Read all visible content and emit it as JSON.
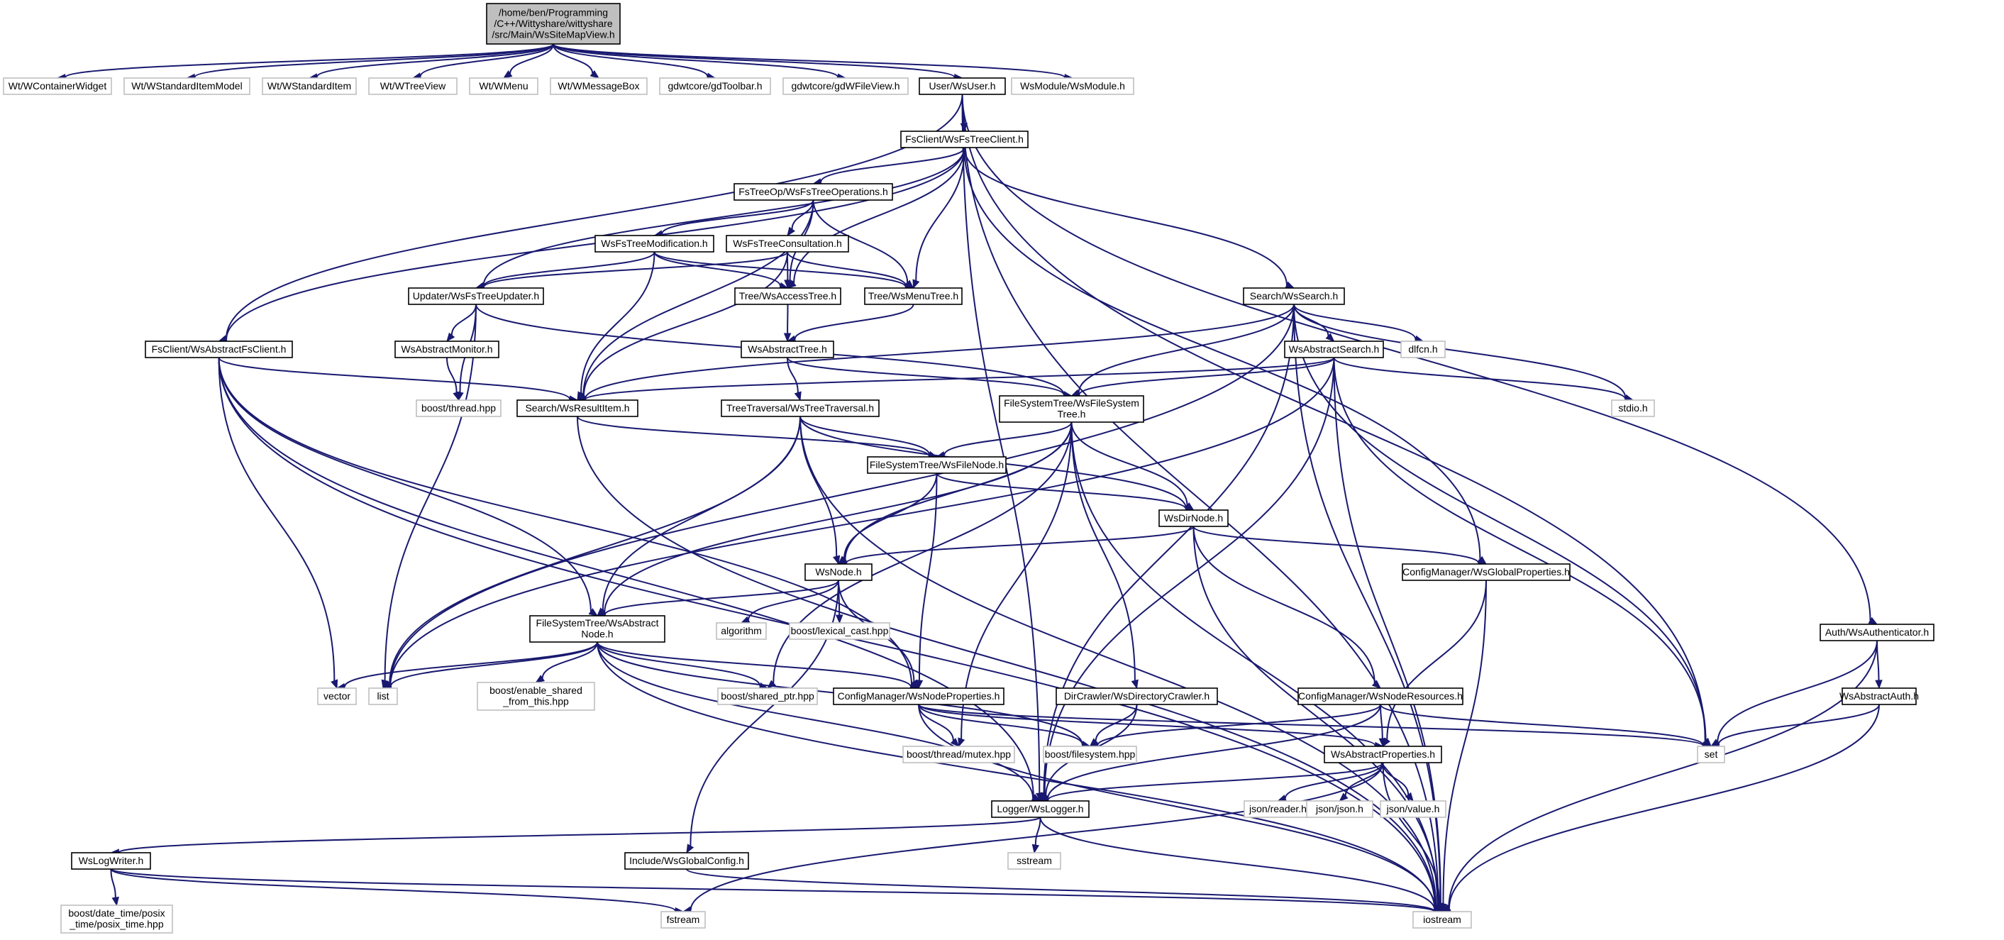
{
  "title": "",
  "colors": {
    "edge": "#191970",
    "root_fill": "#bfbfbf",
    "node_border": "#000000",
    "external_border": "#bfbfbf",
    "text": "#000000",
    "external_text": "#606060"
  },
  "nodes": [
    {
      "id": "root",
      "lines": [
        "/home/ben/Programming",
        "/C++/Wittyshare/wittyshare",
        "/src/Main/WsSiteMapView.h"
      ],
      "kind": "root"
    },
    {
      "id": "wcontainerwidget",
      "lines": [
        "Wt/WContainerWidget"
      ],
      "kind": "external"
    },
    {
      "id": "wstandarditemmodel",
      "lines": [
        "Wt/WStandardItemModel"
      ],
      "kind": "external"
    },
    {
      "id": "wstandarditem",
      "lines": [
        "Wt/WStandardItem"
      ],
      "kind": "external"
    },
    {
      "id": "wtreeview",
      "lines": [
        "Wt/WTreeView"
      ],
      "kind": "external"
    },
    {
      "id": "wmenu",
      "lines": [
        "Wt/WMenu"
      ],
      "kind": "external"
    },
    {
      "id": "wmessagebox",
      "lines": [
        "Wt/WMessageBox"
      ],
      "kind": "external"
    },
    {
      "id": "gdtoolbar",
      "lines": [
        "gdwtcore/gdToolbar.h"
      ],
      "kind": "external"
    },
    {
      "id": "gdwfileview",
      "lines": [
        "gdwtcore/gdWFileView.h"
      ],
      "kind": "external"
    },
    {
      "id": "wsuser",
      "lines": [
        "User/WsUser.h"
      ],
      "kind": "file"
    },
    {
      "id": "wsmodule",
      "lines": [
        "WsModule/WsModule.h"
      ],
      "kind": "external"
    },
    {
      "id": "wsfstreeclient",
      "lines": [
        "FsClient/WsFsTreeClient.h"
      ],
      "kind": "file"
    },
    {
      "id": "wsfstreeoperations",
      "lines": [
        "FsTreeOp/WsFsTreeOperations.h"
      ],
      "kind": "file"
    },
    {
      "id": "wsfstreemodification",
      "lines": [
        "WsFsTreeModification.h"
      ],
      "kind": "file"
    },
    {
      "id": "wsfstreeconsultation",
      "lines": [
        "WsFsTreeConsultation.h"
      ],
      "kind": "file"
    },
    {
      "id": "wsfstreeupdater",
      "lines": [
        "Updater/WsFsTreeUpdater.h"
      ],
      "kind": "file"
    },
    {
      "id": "wsaccesstree",
      "lines": [
        "Tree/WsAccessTree.h"
      ],
      "kind": "file"
    },
    {
      "id": "wsmenutree",
      "lines": [
        "Tree/WsMenuTree.h"
      ],
      "kind": "file"
    },
    {
      "id": "wssearch",
      "lines": [
        "Search/WsSearch.h"
      ],
      "kind": "file"
    },
    {
      "id": "wsabstractfsclient",
      "lines": [
        "FsClient/WsAbstractFsClient.h"
      ],
      "kind": "file"
    },
    {
      "id": "wsabstractmonitor",
      "lines": [
        "WsAbstractMonitor.h"
      ],
      "kind": "file"
    },
    {
      "id": "wsabstracttree",
      "lines": [
        "WsAbstractTree.h"
      ],
      "kind": "file"
    },
    {
      "id": "wsabstractsearch",
      "lines": [
        "WsAbstractSearch.h"
      ],
      "kind": "file"
    },
    {
      "id": "dlfcn",
      "lines": [
        "dlfcn.h"
      ],
      "kind": "external"
    },
    {
      "id": "boostthread",
      "lines": [
        "boost/thread.hpp"
      ],
      "kind": "external"
    },
    {
      "id": "wsresultitem",
      "lines": [
        "Search/WsResultItem.h"
      ],
      "kind": "file"
    },
    {
      "id": "wstreetraversal",
      "lines": [
        "TreeTraversal/WsTreeTraversal.h"
      ],
      "kind": "file"
    },
    {
      "id": "wsfilesystemtree",
      "lines": [
        "FileSystemTree/WsFileSystem",
        "Tree.h"
      ],
      "kind": "file"
    },
    {
      "id": "stdio",
      "lines": [
        "stdio.h"
      ],
      "kind": "external"
    },
    {
      "id": "wsfilenode",
      "lines": [
        "FileSystemTree/WsFileNode.h"
      ],
      "kind": "file"
    },
    {
      "id": "wsdirnode",
      "lines": [
        "WsDirNode.h"
      ],
      "kind": "file"
    },
    {
      "id": "wsnode",
      "lines": [
        "WsNode.h"
      ],
      "kind": "file"
    },
    {
      "id": "wsglobalproperties",
      "lines": [
        "ConfigManager/WsGlobalProperties.h"
      ],
      "kind": "file"
    },
    {
      "id": "wsabstractnode",
      "lines": [
        "FileSystemTree/WsAbstract",
        "Node.h"
      ],
      "kind": "file"
    },
    {
      "id": "algorithm",
      "lines": [
        "algorithm"
      ],
      "kind": "external"
    },
    {
      "id": "lexicalcast",
      "lines": [
        "boost/lexical_cast.hpp"
      ],
      "kind": "external"
    },
    {
      "id": "wsauthenticator",
      "lines": [
        "Auth/WsAuthenticator.h"
      ],
      "kind": "file"
    },
    {
      "id": "vector",
      "lines": [
        "vector"
      ],
      "kind": "external"
    },
    {
      "id": "list",
      "lines": [
        "list"
      ],
      "kind": "external"
    },
    {
      "id": "enableshared",
      "lines": [
        "boost/enable_shared",
        "_from_this.hpp"
      ],
      "kind": "external"
    },
    {
      "id": "sharedptr",
      "lines": [
        "boost/shared_ptr.hpp"
      ],
      "kind": "external"
    },
    {
      "id": "wsnodeproperties",
      "lines": [
        "ConfigManager/WsNodeProperties.h"
      ],
      "kind": "file"
    },
    {
      "id": "wsdirectorycrawler",
      "lines": [
        "DirCrawler/WsDirectoryCrawler.h"
      ],
      "kind": "file"
    },
    {
      "id": "wsnoderesources",
      "lines": [
        "ConfigManager/WsNodeResources.h"
      ],
      "kind": "file"
    },
    {
      "id": "wsabstractauth",
      "lines": [
        "WsAbstractAuth.h"
      ],
      "kind": "file"
    },
    {
      "id": "threadmutex",
      "lines": [
        "boost/thread/mutex.hpp"
      ],
      "kind": "external"
    },
    {
      "id": "filesystem",
      "lines": [
        "boost/filesystem.hpp"
      ],
      "kind": "external"
    },
    {
      "id": "wsabstractproperties",
      "lines": [
        "WsAbstractProperties.h"
      ],
      "kind": "file"
    },
    {
      "id": "set",
      "lines": [
        "set"
      ],
      "kind": "external"
    },
    {
      "id": "wslogger",
      "lines": [
        "Logger/WsLogger.h"
      ],
      "kind": "file"
    },
    {
      "id": "jsonreader",
      "lines": [
        "json/reader.h"
      ],
      "kind": "external"
    },
    {
      "id": "jsonjson",
      "lines": [
        "json/json.h"
      ],
      "kind": "external"
    },
    {
      "id": "jsonvalue",
      "lines": [
        "json/value.h"
      ],
      "kind": "external"
    },
    {
      "id": "wslogwriter",
      "lines": [
        "WsLogWriter.h"
      ],
      "kind": "file"
    },
    {
      "id": "sstream",
      "lines": [
        "sstream"
      ],
      "kind": "external"
    },
    {
      "id": "wsglobalconfig",
      "lines": [
        "Include/WsGlobalConfig.h"
      ],
      "kind": "file"
    },
    {
      "id": "posixtime",
      "lines": [
        "boost/date_time/posix",
        "_time/posix_time.hpp"
      ],
      "kind": "external"
    },
    {
      "id": "fstream",
      "lines": [
        "fstream"
      ],
      "kind": "external"
    },
    {
      "id": "iostream",
      "lines": [
        "iostream"
      ],
      "kind": "external"
    }
  ],
  "edges": [
    [
      "root",
      "wcontainerwidget"
    ],
    [
      "root",
      "wstandarditemmodel"
    ],
    [
      "root",
      "wstandarditem"
    ],
    [
      "root",
      "wtreeview"
    ],
    [
      "root",
      "wmenu"
    ],
    [
      "root",
      "wmessagebox"
    ],
    [
      "root",
      "gdtoolbar"
    ],
    [
      "root",
      "gdwfileview"
    ],
    [
      "root",
      "wsuser"
    ],
    [
      "root",
      "wsmodule"
    ],
    [
      "wsuser",
      "wsfstreeclient"
    ],
    [
      "wsuser",
      "wsabstractfsclient"
    ],
    [
      "wsuser",
      "wsauthenticator"
    ],
    [
      "wsuser",
      "set"
    ],
    [
      "wsuser",
      "wslogger"
    ],
    [
      "wsuser",
      "iostream"
    ],
    [
      "wsfstreeclient",
      "wsfstreeoperations"
    ],
    [
      "wsfstreeclient",
      "wsfstreeupdater"
    ],
    [
      "wsfstreeclient",
      "wsaccesstree"
    ],
    [
      "wsfstreeclient",
      "wsmenutree"
    ],
    [
      "wsfstreeclient",
      "wssearch"
    ],
    [
      "wsfstreeclient",
      "wsabstractfsclient"
    ],
    [
      "wsfstreeclient",
      "wsglobalproperties"
    ],
    [
      "wsfstreeoperations",
      "wsfstreemodification"
    ],
    [
      "wsfstreeoperations",
      "wsfstreeconsultation"
    ],
    [
      "wsfstreeoperations",
      "wsresultitem"
    ],
    [
      "wsfstreeoperations",
      "wsaccesstree"
    ],
    [
      "wsfstreeoperations",
      "wsmenutree"
    ],
    [
      "wsfstreemodification",
      "wsfstreeupdater"
    ],
    [
      "wsfstreemodification",
      "wsaccesstree"
    ],
    [
      "wsfstreemodification",
      "wsmenutree"
    ],
    [
      "wsfstreemodification",
      "wsresultitem"
    ],
    [
      "wsfstreeconsultation",
      "wsfstreeupdater"
    ],
    [
      "wsfstreeconsultation",
      "wsaccesstree"
    ],
    [
      "wsfstreeconsultation",
      "wsmenutree"
    ],
    [
      "wsfstreeconsultation",
      "wsresultitem"
    ],
    [
      "wsfstreeupdater",
      "wsabstractmonitor"
    ],
    [
      "wsfstreeupdater",
      "boostthread"
    ],
    [
      "wsfstreeupdater",
      "list"
    ],
    [
      "wsfstreeupdater",
      "wsfilesystemtree"
    ],
    [
      "wsabstractmonitor",
      "boostthread"
    ],
    [
      "wsaccesstree",
      "wsabstracttree"
    ],
    [
      "wsmenutree",
      "wsabstracttree"
    ],
    [
      "wsabstracttree",
      "wstreetraversal"
    ],
    [
      "wsabstracttree",
      "wsfilesystemtree"
    ],
    [
      "wssearch",
      "wsabstractsearch"
    ],
    [
      "wssearch",
      "dlfcn"
    ],
    [
      "wssearch",
      "stdio"
    ],
    [
      "wssearch",
      "set"
    ],
    [
      "wssearch",
      "wsresultitem"
    ],
    [
      "wssearch",
      "wsfilesystemtree"
    ],
    [
      "wssearch",
      "wslogger"
    ],
    [
      "wssearch",
      "iostream"
    ],
    [
      "wssearch",
      "list"
    ],
    [
      "wsabstractsearch",
      "wsresultitem"
    ],
    [
      "wsabstractsearch",
      "wsfilesystemtree"
    ],
    [
      "wsabstractsearch",
      "stdio"
    ],
    [
      "wsabstractsearch",
      "set"
    ],
    [
      "wsabstractsearch",
      "wslogger"
    ],
    [
      "wsabstractsearch",
      "iostream"
    ],
    [
      "wsabstractsearch",
      "list"
    ],
    [
      "wsabstractfsclient",
      "wsresultitem"
    ],
    [
      "wsabstractfsclient",
      "wsabstractnode"
    ],
    [
      "wsabstractfsclient",
      "vector"
    ],
    [
      "wsabstractfsclient",
      "wslogger"
    ],
    [
      "wsabstractfsclient",
      "iostream"
    ],
    [
      "wsabstractfsclient",
      "wsnodeproperties"
    ],
    [
      "wsresultitem",
      "wsfilenode"
    ],
    [
      "wsresultitem",
      "iostream"
    ],
    [
      "wstreetraversal",
      "wsfilenode"
    ],
    [
      "wstreetraversal",
      "wsdirnode"
    ],
    [
      "wstreetraversal",
      "wsnode"
    ],
    [
      "wstreetraversal",
      "wsabstractnode"
    ],
    [
      "wstreetraversal",
      "list"
    ],
    [
      "wstreetraversal",
      "iostream"
    ],
    [
      "wsfilesystemtree",
      "wsfilenode"
    ],
    [
      "wsfilesystemtree",
      "wsdirnode"
    ],
    [
      "wsfilesystemtree",
      "wsnode"
    ],
    [
      "wsfilesystemtree",
      "wsabstractnode"
    ],
    [
      "wsfilesystemtree",
      "wsdirectorycrawler"
    ],
    [
      "wsfilesystemtree",
      "sharedptr"
    ],
    [
      "wsfilesystemtree",
      "threadmutex"
    ],
    [
      "wsfilesystemtree",
      "iostream"
    ],
    [
      "wsfilenode",
      "wsdirnode"
    ],
    [
      "wsfilenode",
      "wsnode"
    ],
    [
      "wsfilenode",
      "wsnodeproperties"
    ],
    [
      "wsdirnode",
      "wsnode"
    ],
    [
      "wsdirnode",
      "wsglobalproperties"
    ],
    [
      "wsdirnode",
      "wsnoderesources"
    ],
    [
      "wsdirnode",
      "iostream"
    ],
    [
      "wsnode",
      "wsabstractnode"
    ],
    [
      "wsnode",
      "algorithm"
    ],
    [
      "wsnode",
      "lexicalcast"
    ],
    [
      "wsnode",
      "wsnodeproperties"
    ],
    [
      "wsnode",
      "wsglobalconfig"
    ],
    [
      "wsglobalproperties",
      "wsabstractproperties"
    ],
    [
      "wsglobalproperties",
      "iostream"
    ],
    [
      "wsabstractnode",
      "vector"
    ],
    [
      "wsabstractnode",
      "list"
    ],
    [
      "wsabstractnode",
      "enableshared"
    ],
    [
      "wsabstractnode",
      "sharedptr"
    ],
    [
      "wsabstractnode",
      "wsnodeproperties"
    ],
    [
      "wsabstractnode",
      "filesystem"
    ],
    [
      "wsabstractnode",
      "wslogger"
    ],
    [
      "wsabstractnode",
      "iostream"
    ],
    [
      "wsnodeproperties",
      "threadmutex"
    ],
    [
      "wsnodeproperties",
      "filesystem"
    ],
    [
      "wsnodeproperties",
      "wsabstractproperties"
    ],
    [
      "wsnodeproperties",
      "set"
    ],
    [
      "wsnodeproperties",
      "iostream"
    ],
    [
      "wsdirectorycrawler",
      "filesystem"
    ],
    [
      "wsdirectorycrawler",
      "wslogger"
    ],
    [
      "wsnoderesources",
      "filesystem"
    ],
    [
      "wsnoderesources",
      "wsabstractproperties"
    ],
    [
      "wsnoderesources",
      "set"
    ],
    [
      "wsnoderesources",
      "wslogger"
    ],
    [
      "wsauthenticator",
      "wsabstractauth"
    ],
    [
      "wsauthenticator",
      "set"
    ],
    [
      "wsauthenticator",
      "iostream"
    ],
    [
      "wsabstractauth",
      "set"
    ],
    [
      "wsabstractauth",
      "iostream"
    ],
    [
      "wsabstractproperties",
      "wslogger"
    ],
    [
      "wsabstractproperties",
      "jsonreader"
    ],
    [
      "wsabstractproperties",
      "jsonjson"
    ],
    [
      "wsabstractproperties",
      "jsonvalue"
    ],
    [
      "wsabstractproperties",
      "fstream"
    ],
    [
      "wsabstractproperties",
      "iostream"
    ],
    [
      "wslogger",
      "wslogwriter"
    ],
    [
      "wslogger",
      "sstream"
    ],
    [
      "wslogger",
      "iostream"
    ],
    [
      "wslogwriter",
      "posixtime"
    ],
    [
      "wslogwriter",
      "fstream"
    ],
    [
      "wslogwriter",
      "iostream"
    ],
    [
      "wsglobalconfig",
      "iostream"
    ]
  ]
}
